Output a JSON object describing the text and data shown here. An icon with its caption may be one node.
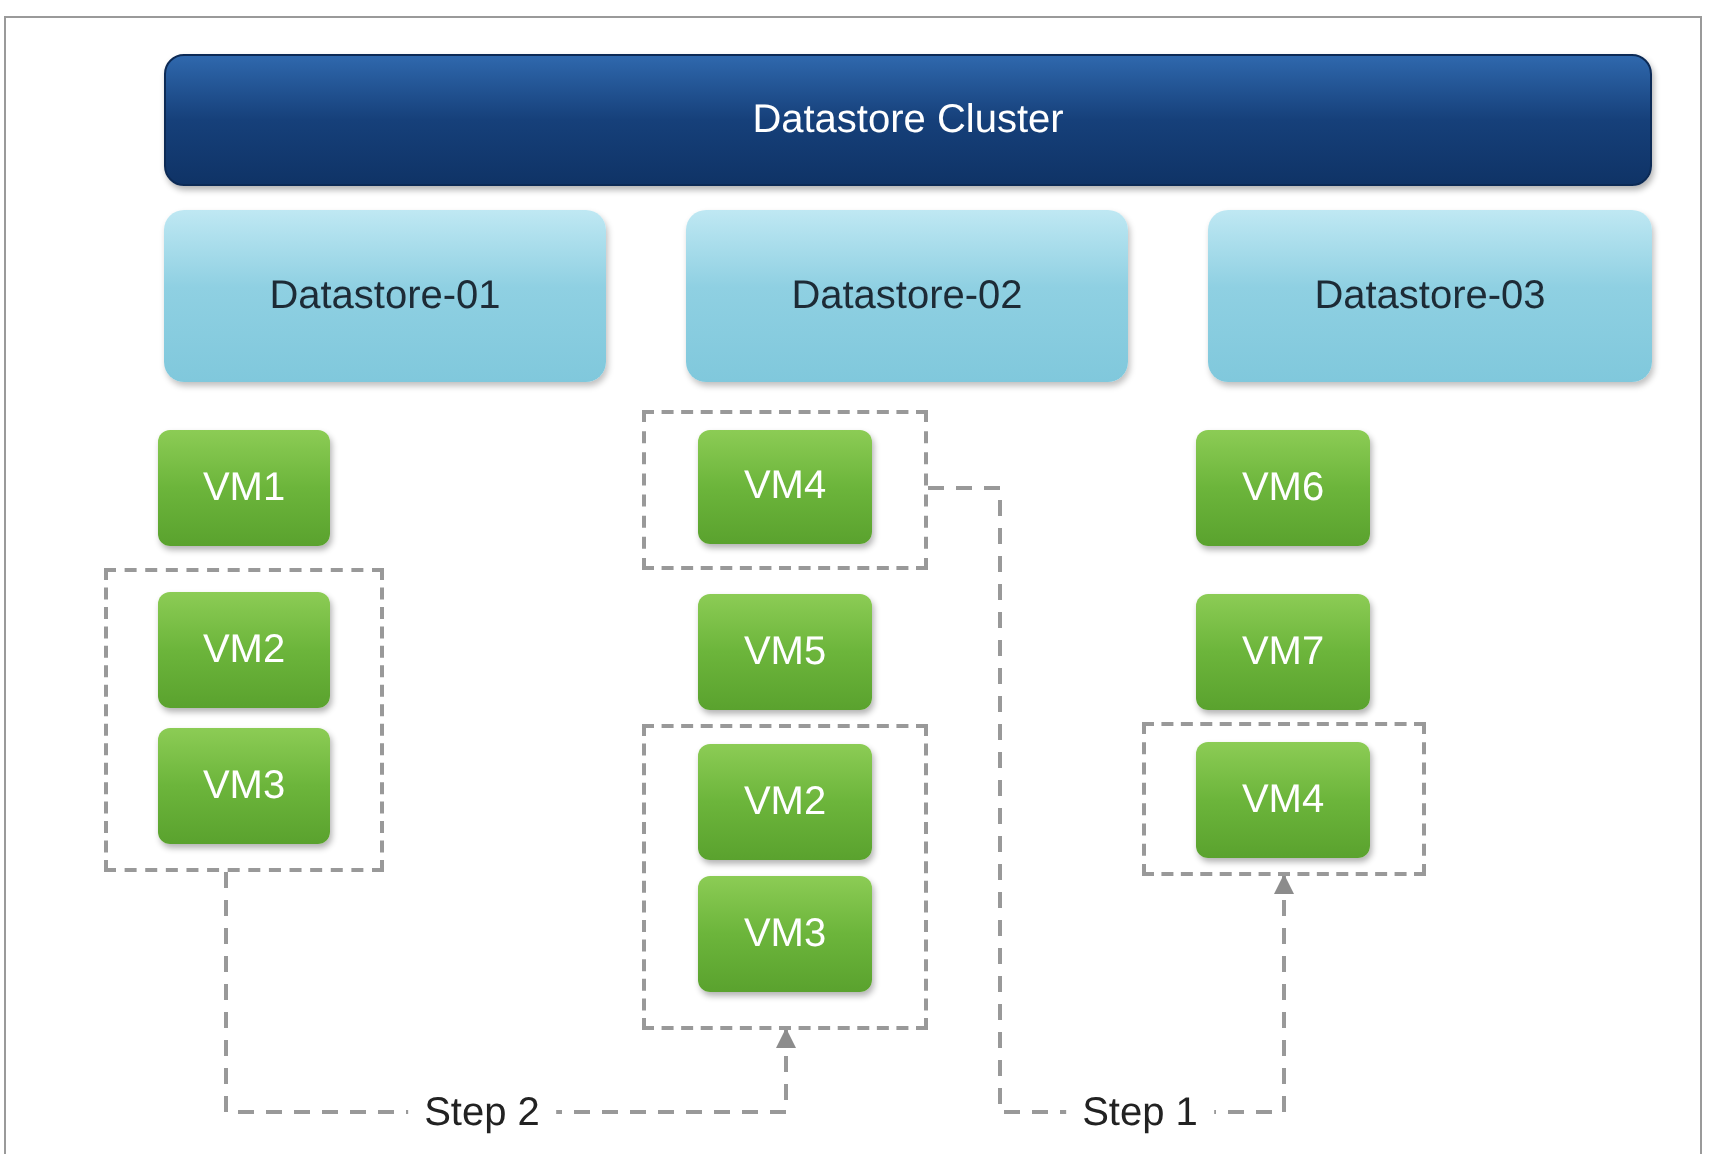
{
  "diagram": {
    "nodes": [
      {
        "text": [
          "Datastore Cluster"
        ]
      },
      {
        "text": [
          "Datastore-01"
        ]
      },
      {
        "text": [
          "Datastore-02"
        ]
      },
      {
        "text": [
          "Datastore-03"
        ]
      },
      {
        "text": [
          "VM1"
        ]
      },
      {
        "text": [],
        "shape": "box"
      },
      {
        "text": [
          "VM2"
        ],
        "in": 5
      },
      {
        "text": [
          "VM3"
        ],
        "in": 5
      },
      {
        "text": [],
        "shape": "box"
      },
      {
        "text": [
          "VM4"
        ],
        "in": 8
      },
      {
        "text": [
          "VM5"
        ]
      },
      {
        "text": [],
        "shape": "box"
      },
      {
        "text": [
          "VM2"
        ],
        "in": 11
      },
      {
        "text": [
          "VM3"
        ],
        "in": 11
      },
      {
        "text": [
          "VM6"
        ]
      },
      {
        "text": [
          "VM7"
        ]
      },
      {
        "text": [],
        "shape": "box"
      },
      {
        "text": [
          "VM4"
        ],
        "in": 16
      }
    ],
    "edges": [
      {
        "from": 5,
        "to": 11,
        "arrow": "to",
        "label": "Step 2",
        "style": "dashed"
      },
      {
        "from": 8,
        "to": 16,
        "arrow": "to",
        "label": "Step 1",
        "style": "dashed"
      }
    ]
  }
}
